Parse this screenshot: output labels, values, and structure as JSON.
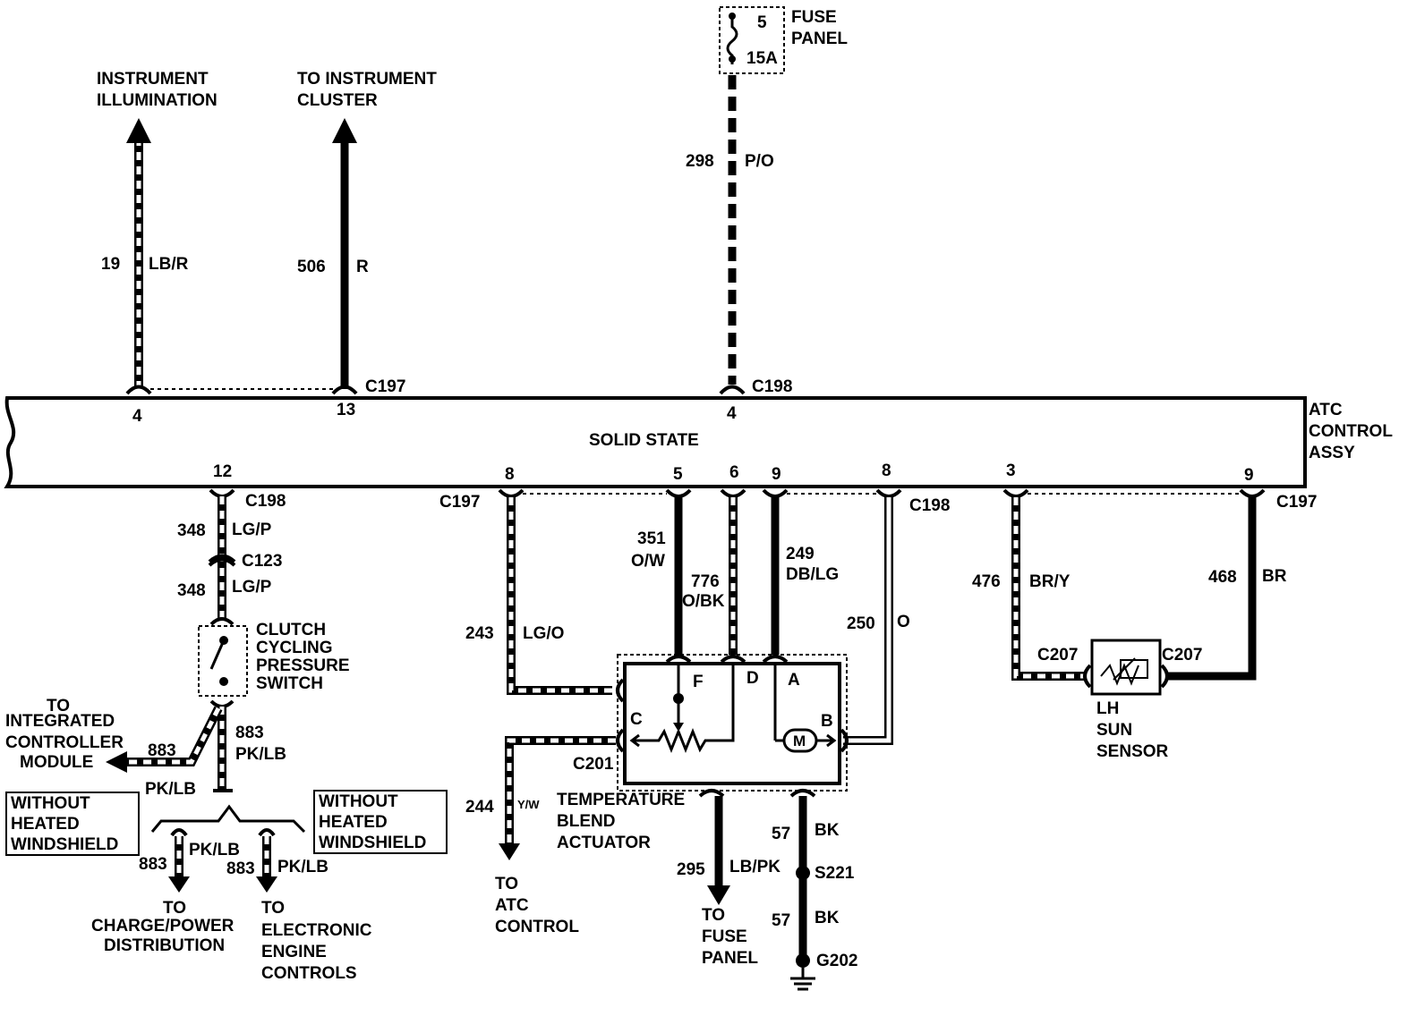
{
  "fuse": {
    "number": "5",
    "rating": "15A",
    "label": [
      "FUSE",
      "PANEL"
    ]
  },
  "top_left_destinations": {
    "illumination": [
      "INSTRUMENT",
      "ILLUMINATION"
    ],
    "cluster": [
      "TO INSTRUMENT",
      "CLUSTER"
    ]
  },
  "wires": {
    "w19": {
      "num": "19",
      "color": "LB/R"
    },
    "w506": {
      "num": "506",
      "color": "R"
    },
    "w298": {
      "num": "298",
      "color": "P/O"
    },
    "w348a": {
      "num": "348",
      "color": "LG/P"
    },
    "w348b": {
      "num": "348",
      "color": "LG/P"
    },
    "w883a": {
      "num": "883",
      "color": "PK/LB"
    },
    "w883b": {
      "num": "883",
      "color": ""
    },
    "w883c": {
      "num": "",
      "color": "PK/LB"
    },
    "w883d": {
      "num": "883",
      "color": "PK/LB"
    },
    "w883e": {
      "num": "883",
      "color": "PK/LB"
    },
    "w243": {
      "num": "243",
      "color": "LG/O"
    },
    "w244": {
      "num": "244",
      "color": "Y/W"
    },
    "w351": {
      "num": "351",
      "color": "O/W"
    },
    "w776": {
      "num": "776",
      "color": "O/BK"
    },
    "w249": {
      "num": "249",
      "color": "DB/LG"
    },
    "w250": {
      "num": "250",
      "color": "O"
    },
    "w295": {
      "num": "295",
      "color": "LB/PK"
    },
    "w57a": {
      "num": "57",
      "color": "BK"
    },
    "w57b": {
      "num": "57",
      "color": "BK"
    },
    "w476": {
      "num": "476",
      "color": "BR/Y"
    },
    "w468": {
      "num": "468",
      "color": "BR"
    }
  },
  "connectors": {
    "c197_top": "C197",
    "c198_top": "C198",
    "c198_bl": "C198",
    "c123": "C123",
    "c197_b1": "C197",
    "c198_b2": "C198",
    "c197_b3": "C197",
    "c201": "C201",
    "c207a": "C207",
    "c207b": "C207",
    "s221": "S221",
    "g202": "G202"
  },
  "pins": {
    "top": [
      "4",
      "13",
      "4"
    ],
    "bottom": [
      "12",
      "8",
      "5",
      "6",
      "9",
      "8",
      "3",
      "9"
    ]
  },
  "module": {
    "center": "SOLID STATE",
    "name": [
      "ATC",
      "CONTROL",
      "ASSY"
    ]
  },
  "switch": [
    "CLUTCH",
    "CYCLING",
    "PRESSURE",
    "SWITCH"
  ],
  "actuator": {
    "pins": [
      "F",
      "D",
      "A",
      "C",
      "B"
    ],
    "motor": "M",
    "label": [
      "TEMPERATURE",
      "BLEND",
      "ACTUATOR"
    ]
  },
  "sensor": [
    "LH",
    "SUN",
    "SENSOR"
  ],
  "notes": {
    "left": [
      "WITHOUT",
      "HEATED",
      "WINDSHIELD"
    ],
    "right": [
      "WITHOUT",
      "HEATED",
      "WINDSHIELD"
    ]
  },
  "destinations": {
    "icm": [
      "TO",
      "INTEGRATED",
      "CONTROLLER",
      "MODULE"
    ],
    "charge": [
      "TO",
      "CHARGE/POWER",
      "DISTRIBUTION"
    ],
    "eec": [
      "TO",
      "ELECTRONIC",
      "ENGINE",
      "CONTROLS"
    ],
    "atc": [
      "TO",
      "ATC",
      "CONTROL"
    ],
    "fuse_panel": [
      "TO",
      "FUSE",
      "PANEL"
    ]
  }
}
